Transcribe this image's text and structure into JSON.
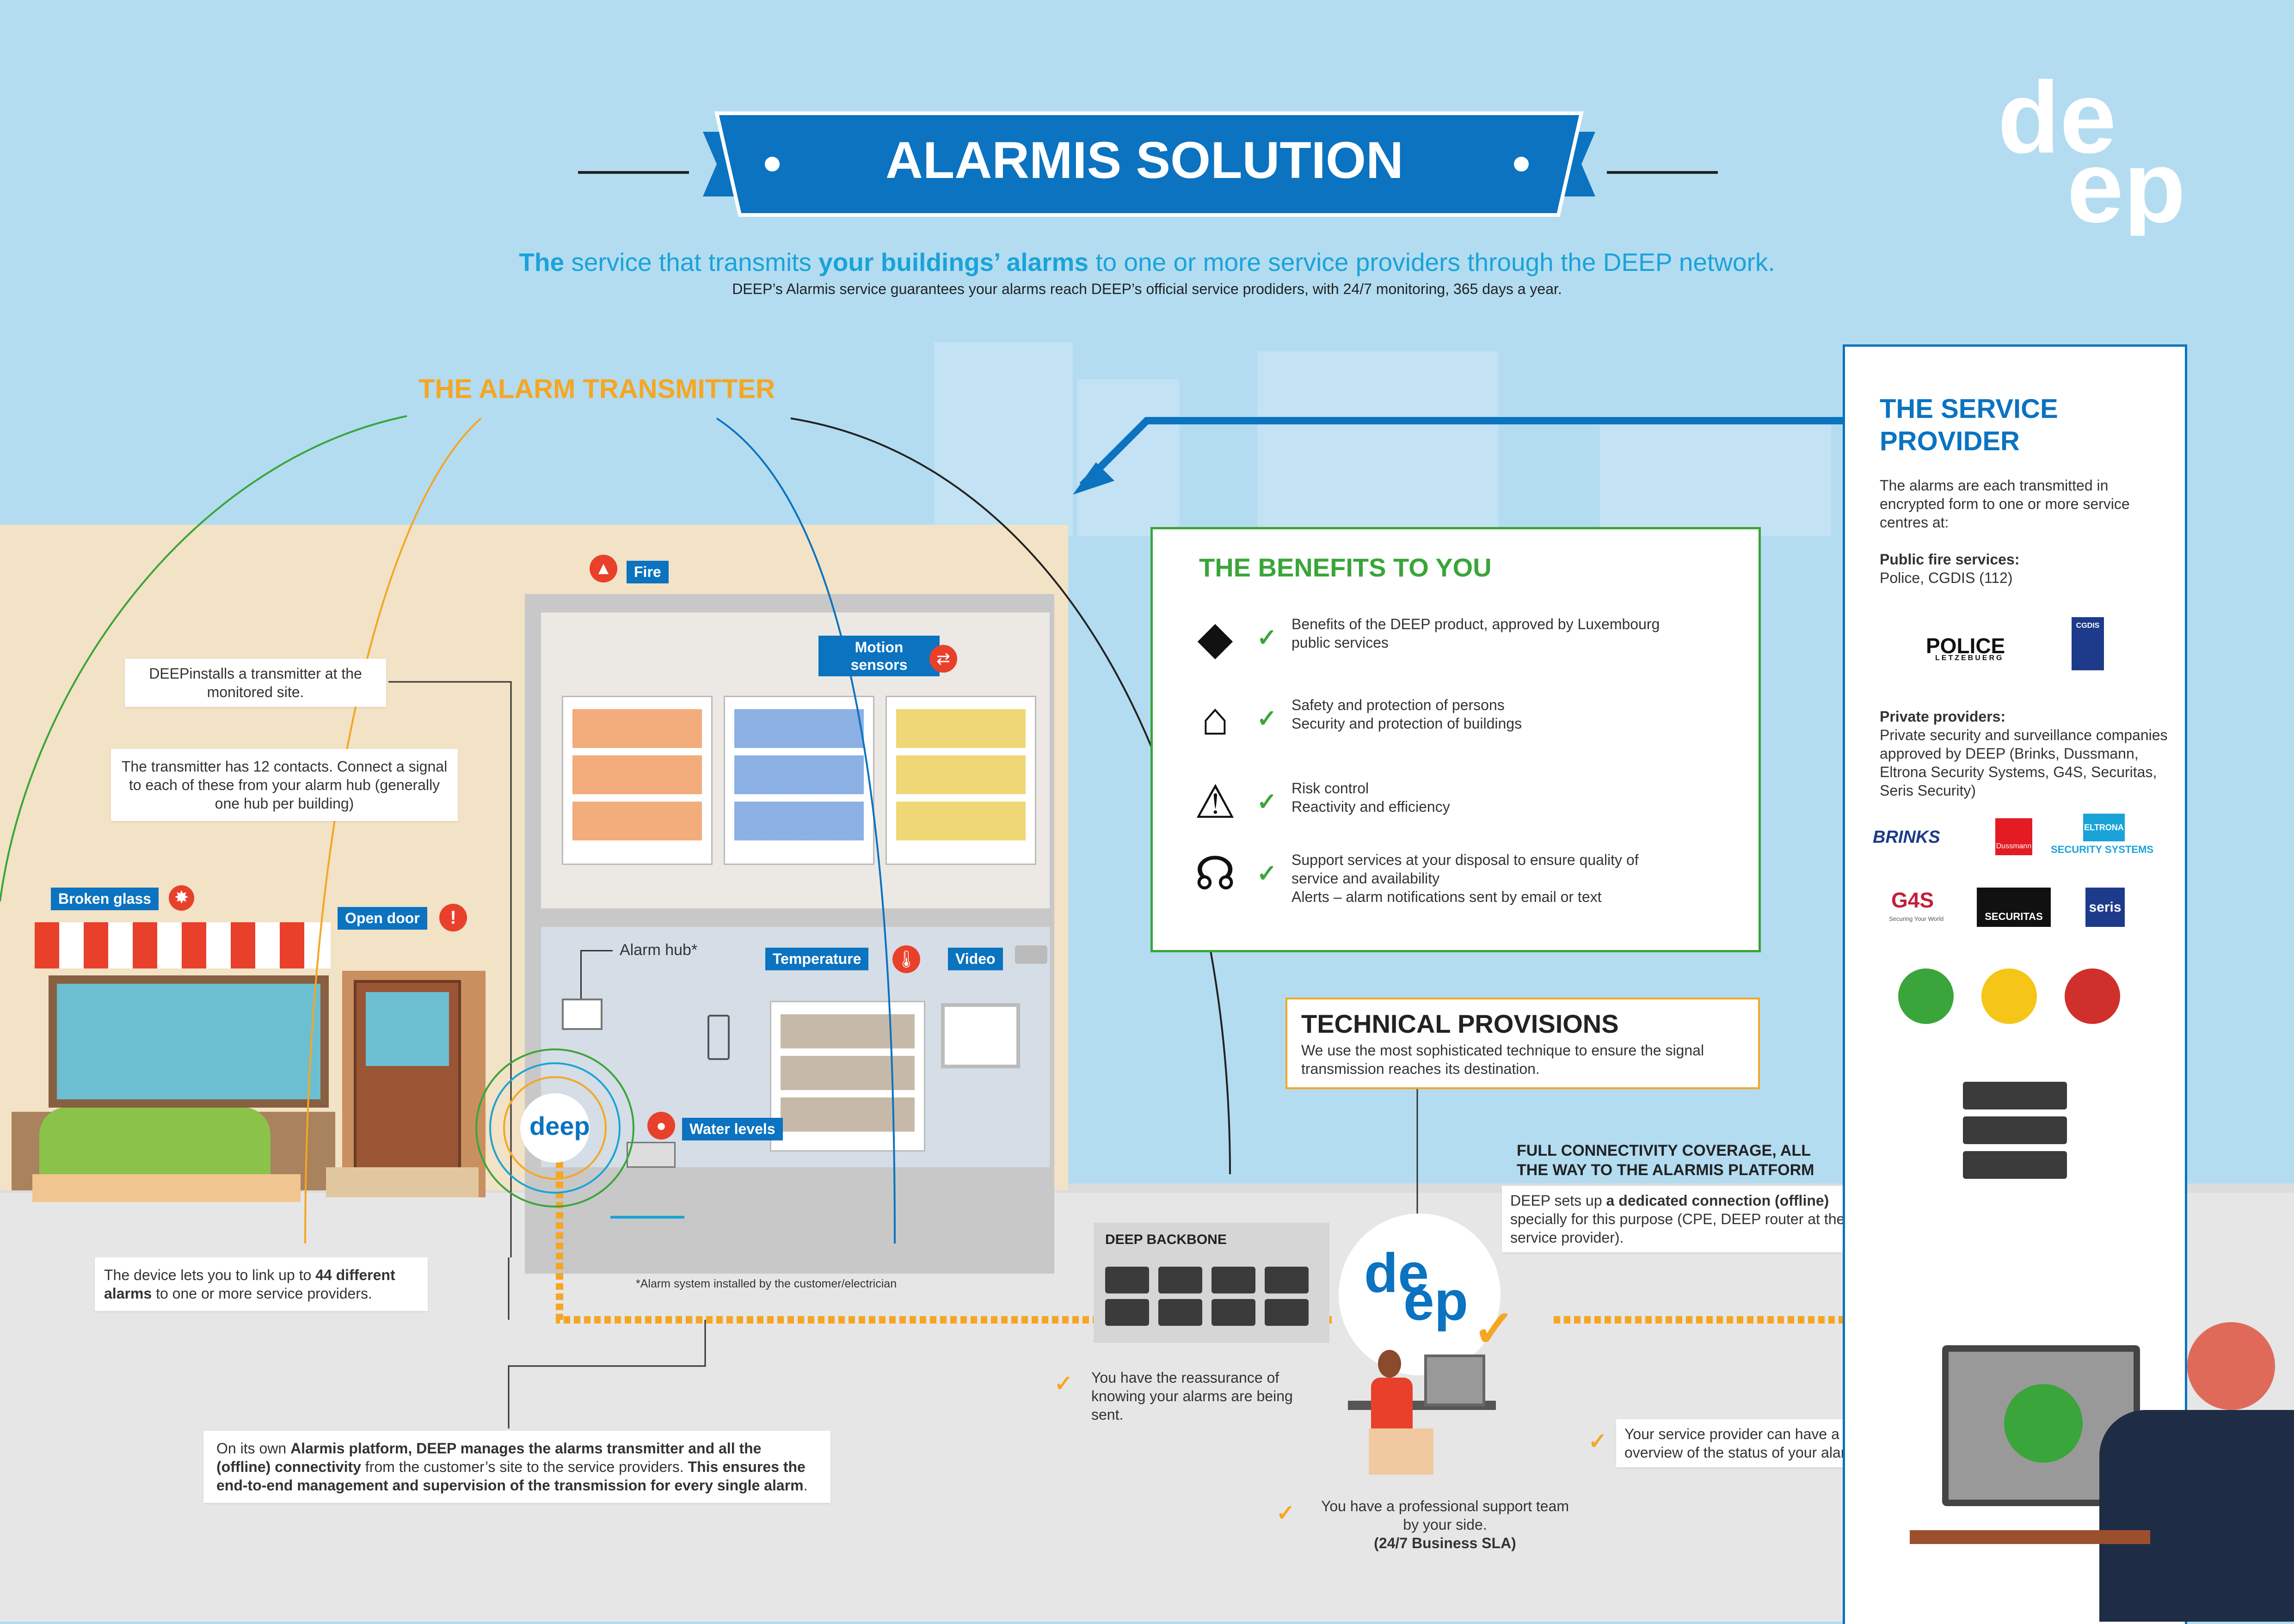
{
  "header": {
    "title": "ALARMIS SOLUTION",
    "tagline_1": "The",
    "tagline_2": " service that transmits ",
    "tagline_3": "your buildings’ alarms",
    "tagline_4": " to one or more service providers through the DEEP network.",
    "subtitle": "DEEP’s Alarmis service guarantees your alarms reach DEEP’s official service prodiders, with 24/7 monitoring, 365 days a year."
  },
  "logo": {
    "text": "deep"
  },
  "transmitter": {
    "title": "THE ALARM TRANSMITTER",
    "note_1": "DEEPinstalls a transmitter at the monitored site.",
    "note_2": "The transmitter has 12 contacts. Connect a signal to each of these from your alarm hub (generally one hub per building)",
    "note_3_a": "The device lets you to link up to ",
    "note_3_b": "44 different alarms",
    "note_3_c": " to one or more service providers.",
    "alarm_hub": "Alarm hub*",
    "footnote": "*Alarm system installed by the customer/electrician"
  },
  "sensors": {
    "fire": "Fire",
    "motion": "Motion sensors",
    "broken_glass": "Broken glass",
    "open_door": "Open door",
    "temperature": "Temperature",
    "video": "Video",
    "water_levels": "Water levels"
  },
  "benefits": {
    "title": "THE BENEFITS TO YOU",
    "items": [
      {
        "icon": "luxembourg-map-icon",
        "lines": [
          "Benefits of the DEEP product, approved by Luxembourg",
          "public services"
        ]
      },
      {
        "icon": "house-person-icon",
        "lines": [
          "Safety and protection of persons",
          "Security and protection of buildings"
        ]
      },
      {
        "icon": "warning-icon",
        "lines": [
          "Risk control",
          "Reactivity and efficiency"
        ]
      },
      {
        "icon": "headset-icon",
        "lines": [
          "Support services at your disposal to ensure quality of",
          "service and availability",
          "Alerts – alarm notifications sent by email or text"
        ]
      }
    ]
  },
  "technical": {
    "title": "TECHNICAL PROVISIONS",
    "text": "We use the most sophisticated technique to ensure the signal transmission reaches its destination."
  },
  "connectivity": {
    "title_1": "FULL CONNECTIVITY COVERAGE, ALL",
    "title_2": "THE WAY TO THE ALARMIS PLATFORM",
    "text_a": "DEEP sets up ",
    "text_b": "a dedicated connection (offline)",
    "text_c": " specially for this purpose (CPE, DEEP router at the service provider)."
  },
  "backbone": {
    "label": "DEEP BACKBONE"
  },
  "platform": {
    "a": "On its own ",
    "b": "Alarmis platform, DEEP manages the alarms transmitter and all the (offline) connectivity",
    "c": " from the customer’s site to the service providers. ",
    "d": "This ensures the end-to-end management and supervision of the transmission for every single alarm",
    "e": "."
  },
  "reassurance": {
    "r1": "You have the reassurance of knowing your alarms are being sent.",
    "r2": "You have a professional support team by your side.",
    "r2_bold": "(24/7 Business SLA)",
    "r3": "Your service provider can have a permanent overview of the status of your alarms."
  },
  "provider": {
    "title_1": "THE SERVICE",
    "title_2": "PROVIDER",
    "intro": "The alarms are each transmitted in encrypted form to one or more service centres at:",
    "public_title": "Public fire services:",
    "public_text": "Police, CGDIS (112)",
    "private_title": "Private providers:",
    "private_text": "Private security and surveillance companies approved by DEEP (Brinks, Dussmann, Eltrona Security Systems, G4S, Securitas, Seris Security)",
    "logos": {
      "police": "POLICE",
      "police_sub": "LETZEBUERG",
      "cgdis": "CGDIS",
      "brinks": "BRINKS",
      "dussmann": "Dussmann",
      "eltrona": "ELTRONA",
      "eltrona_sub": "SECURITY SYSTEMS",
      "g4s": "G4S",
      "g4s_sub": "Securing Your World",
      "securitas": "SECURITAS",
      "seris": "seris"
    }
  },
  "colors": {
    "blue": "#0b73c0",
    "orange": "#f5a623",
    "green": "#3aa53a",
    "cyan": "#1aa3d9",
    "red": "#e8402b"
  }
}
